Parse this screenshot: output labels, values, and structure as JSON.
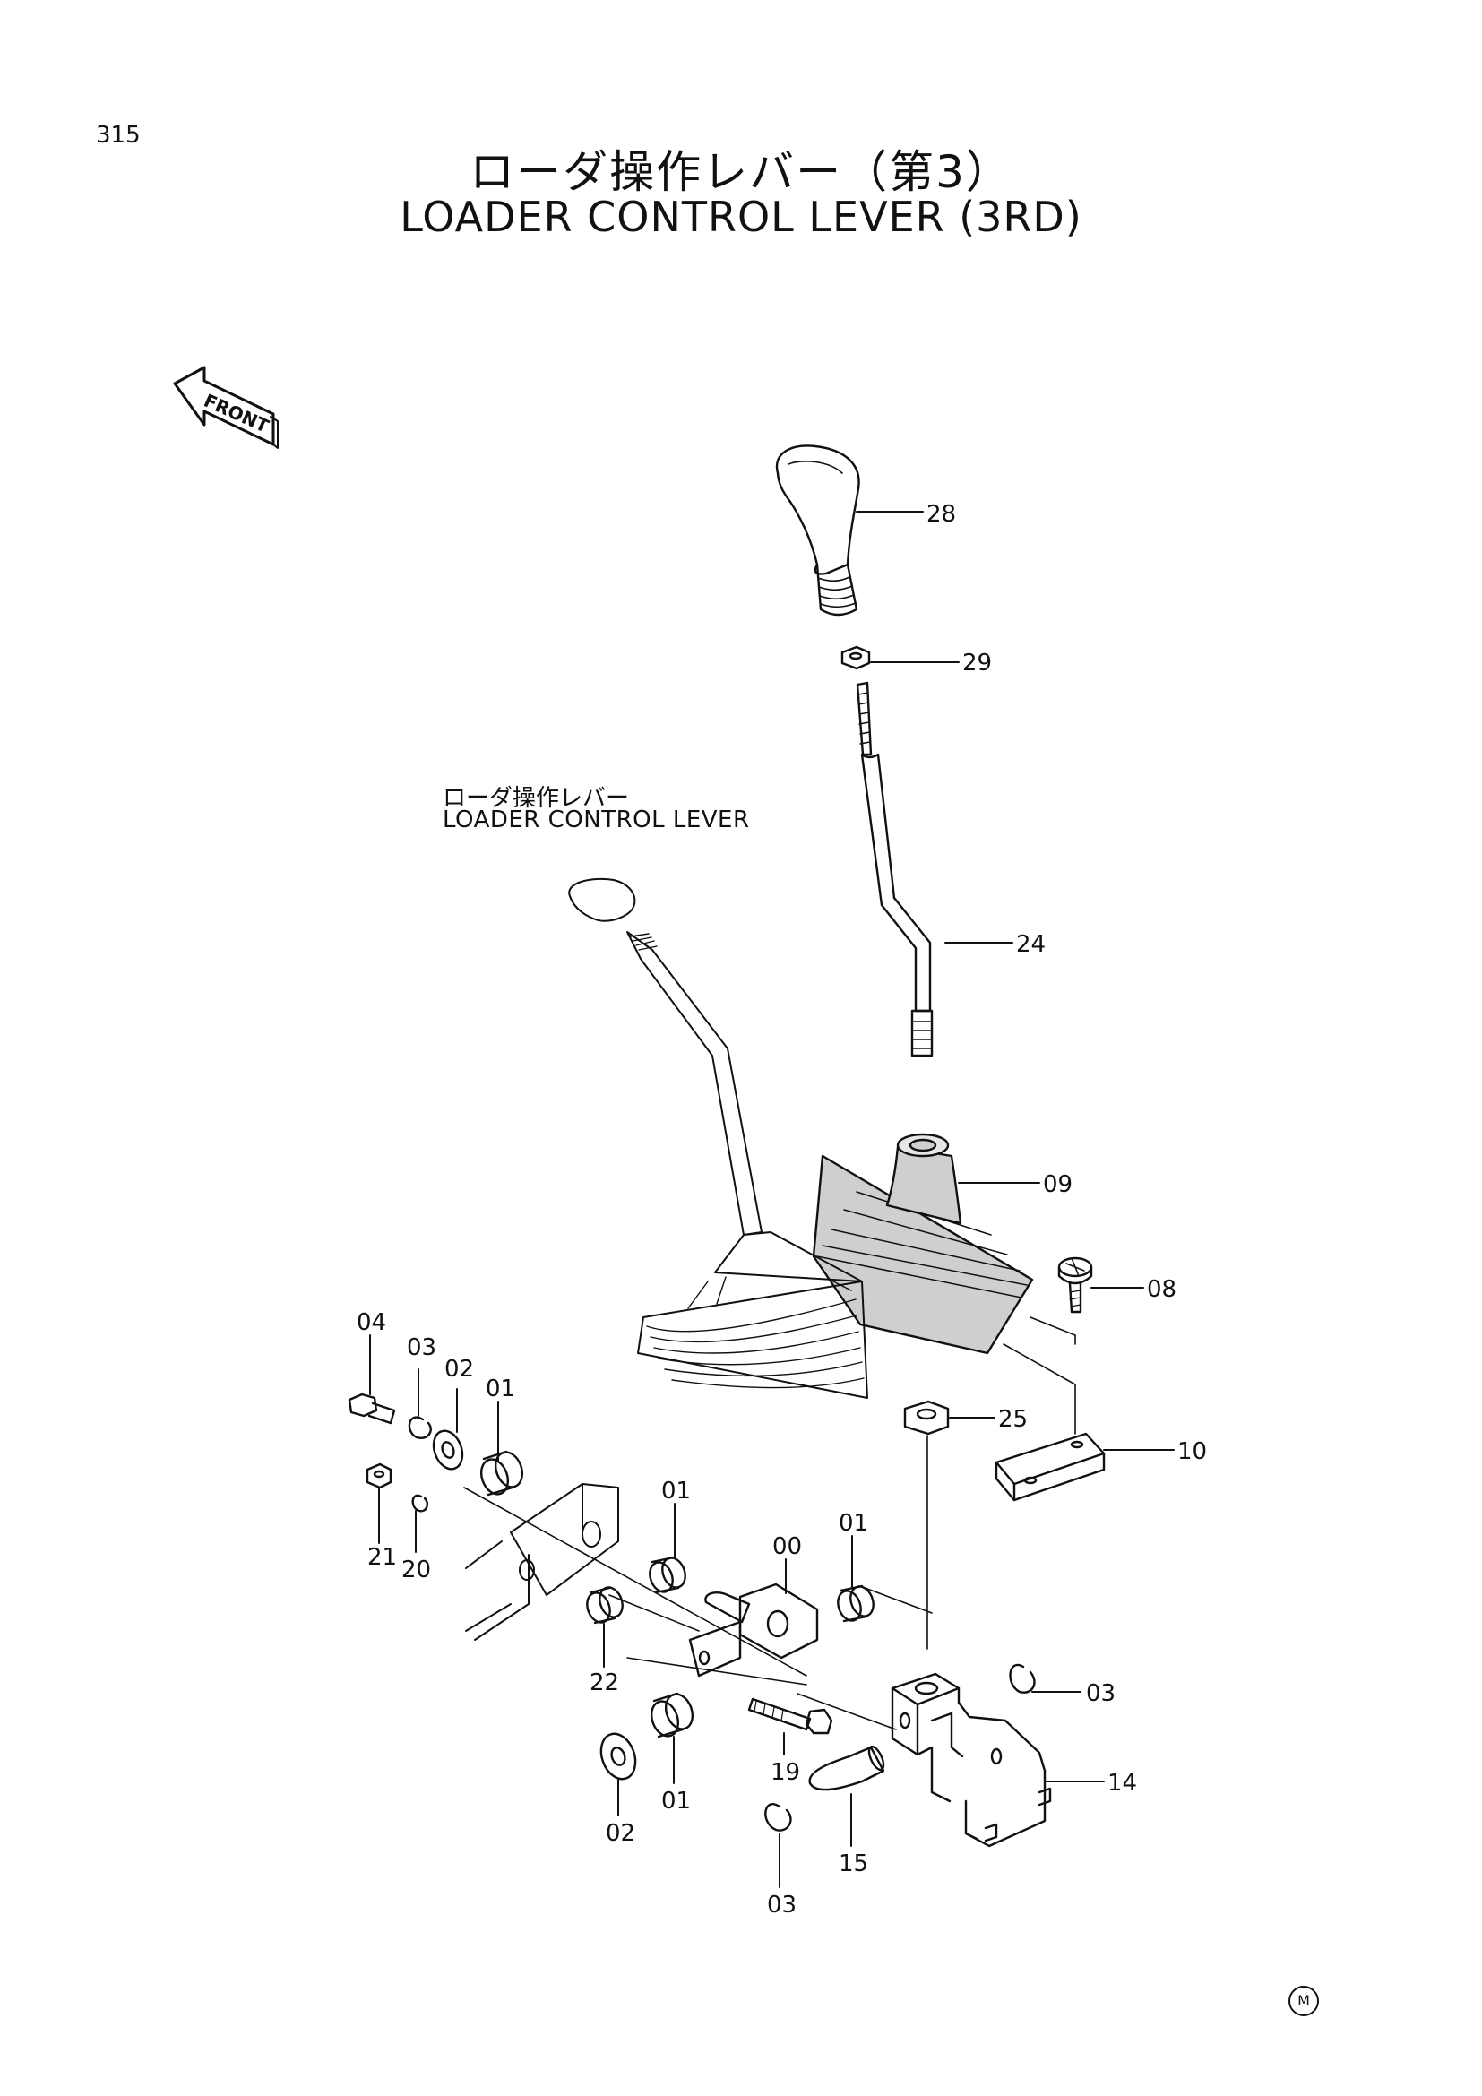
{
  "page_number": "315",
  "title_jp": "ローダ操作レバー（第3）",
  "title_en": "LOADER CONTROL LEVER (3RD)",
  "front_label": "FRONT",
  "sub_label_jp": "ローダ操作レバー",
  "sub_label_en": "LOADER CONTROL LEVER",
  "mark": "M",
  "parts": {
    "p28": "28",
    "p29": "29",
    "p24": "24",
    "p09": "09",
    "p08": "08",
    "p25": "25",
    "p10": "10",
    "p04": "04",
    "p03a": "03",
    "p02a": "02",
    "p01a": "01",
    "p21": "21",
    "p20": "20",
    "p01b": "01",
    "p00": "00",
    "p01c": "01",
    "p22": "22",
    "p03b": "03",
    "p14": "14",
    "p19": "19",
    "p01d": "01",
    "p02b": "02",
    "p15": "15",
    "p03c": "03"
  }
}
